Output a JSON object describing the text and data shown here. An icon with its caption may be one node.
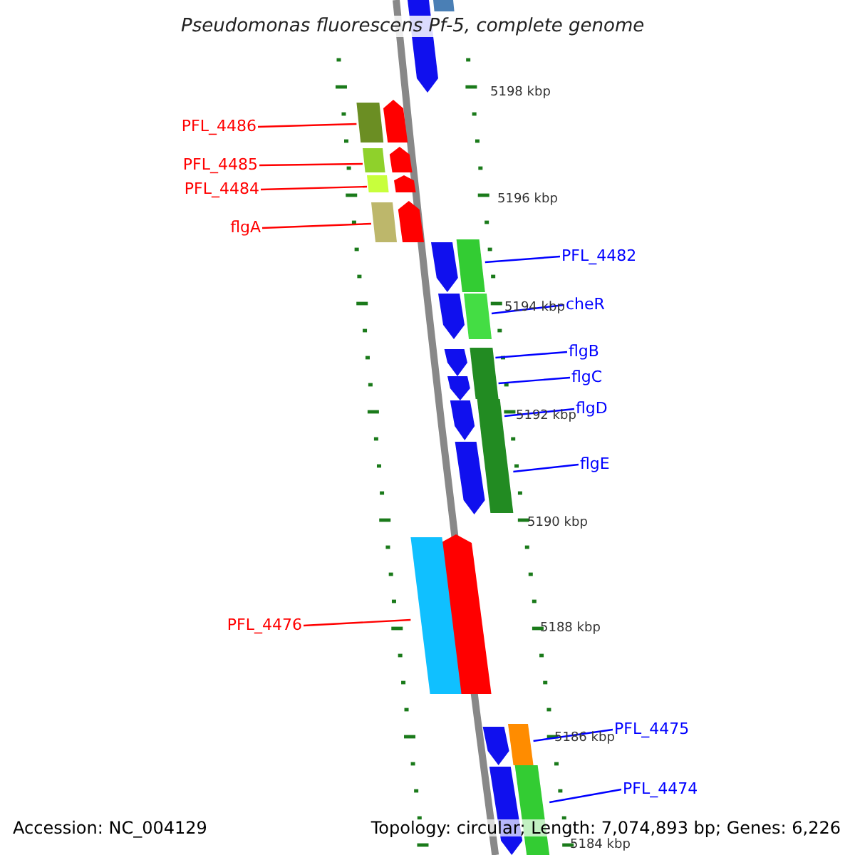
{
  "diagram": {
    "title": "Pseudomonas fluorescens Pf-5, complete genome",
    "nodes": [
      {
        "text": [
          "PFL_4486"
        ]
      },
      {
        "text": [
          "PFL_4485"
        ]
      },
      {
        "text": [
          "PFL_4484"
        ]
      },
      {
        "text": [
          "flgA"
        ]
      },
      {
        "text": [
          "PFL_4482"
        ]
      },
      {
        "text": [
          "cheR"
        ]
      },
      {
        "text": [
          "flgB"
        ]
      },
      {
        "text": [
          "flgC"
        ]
      },
      {
        "text": [
          "flgD"
        ]
      },
      {
        "text": [
          "flgE"
        ]
      },
      {
        "text": [
          "PFL_4476"
        ]
      },
      {
        "text": [
          "PFL_4475"
        ]
      },
      {
        "text": [
          "PFL_4474"
        ]
      },
      {
        "text": [],
        "shape": "bar"
      },
      {
        "text": [],
        "shape": "bar"
      },
      {
        "text": [],
        "shape": "bar"
      },
      {
        "text": [],
        "shape": "bar"
      },
      {
        "text": [],
        "shape": "bar"
      },
      {
        "text": [],
        "shape": "bar"
      },
      {
        "text": [],
        "shape": "bar"
      },
      {
        "text": [],
        "shape": "bar"
      },
      {
        "text": [],
        "shape": "bar"
      },
      {
        "text": [],
        "shape": "bar"
      },
      {
        "text": [],
        "shape": "bar"
      },
      {
        "text": [],
        "shape": "bar"
      },
      {
        "text": [],
        "shape": "bar"
      }
    ],
    "edges": [
      {
        "from": 0,
        "to": 13,
        "arrow": "none",
        "color": "#ff0000"
      },
      {
        "from": 1,
        "to": 14,
        "arrow": "none",
        "color": "#ff0000"
      },
      {
        "from": 2,
        "to": 15,
        "arrow": "none",
        "color": "#ff0000"
      },
      {
        "from": 3,
        "to": 16,
        "arrow": "none",
        "color": "#ff0000"
      },
      {
        "from": 4,
        "to": 17,
        "arrow": "none"
      },
      {
        "from": 5,
        "to": 18,
        "arrow": "none"
      },
      {
        "from": 6,
        "to": 19,
        "arrow": "none"
      },
      {
        "from": 7,
        "to": 20,
        "arrow": "none"
      },
      {
        "from": 8,
        "to": 21,
        "arrow": "none"
      },
      {
        "from": 9,
        "to": 22,
        "arrow": "none"
      },
      {
        "from": 10,
        "to": 23,
        "arrow": "none",
        "color": "#ff0000"
      },
      {
        "from": 11,
        "to": 24,
        "arrow": "none"
      },
      {
        "from": 12,
        "to": 25,
        "arrow": "none"
      }
    ],
    "labels": [
      "5198 kbp",
      "5196 kbp",
      "5194 kbp",
      "5192 kbp",
      "5190 kbp",
      "5188 kbp",
      "5186 kbp",
      "5184 kbp",
      "Accession: NC_004129",
      "Topology: circular; Length: 7,074,893 bp; Genes: 6,226"
    ]
  }
}
